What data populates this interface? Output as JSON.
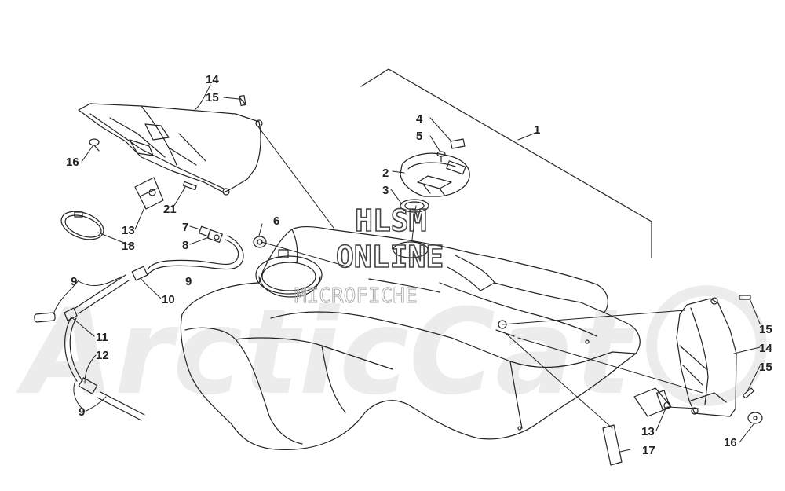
{
  "diagram": {
    "callouts": [
      {
        "id": "c1",
        "text": "1"
      },
      {
        "id": "c2",
        "text": "2"
      },
      {
        "id": "c3",
        "text": "3"
      },
      {
        "id": "c4",
        "text": "4"
      },
      {
        "id": "c5",
        "text": "5"
      },
      {
        "id": "c6",
        "text": "6"
      },
      {
        "id": "c7",
        "text": "7"
      },
      {
        "id": "c8",
        "text": "8"
      },
      {
        "id": "c9a",
        "text": "9"
      },
      {
        "id": "c9b",
        "text": "9"
      },
      {
        "id": "c9c",
        "text": "9"
      },
      {
        "id": "c10",
        "text": "10"
      },
      {
        "id": "c11",
        "text": "11"
      },
      {
        "id": "c12",
        "text": "12"
      },
      {
        "id": "c13a",
        "text": "13"
      },
      {
        "id": "c13b",
        "text": "13"
      },
      {
        "id": "c14a",
        "text": "14"
      },
      {
        "id": "c14b",
        "text": "14"
      },
      {
        "id": "c15a",
        "text": "15"
      },
      {
        "id": "c15b",
        "text": "15"
      },
      {
        "id": "c15c",
        "text": "15"
      },
      {
        "id": "c16a",
        "text": "16"
      },
      {
        "id": "c16b",
        "text": "16"
      },
      {
        "id": "c17",
        "text": "17"
      },
      {
        "id": "c18",
        "text": "18"
      },
      {
        "id": "c21",
        "text": "21"
      }
    ]
  },
  "watermark": {
    "line1": "HLSM",
    "line2": "ONLINE",
    "line3": "MICROFICHE",
    "background_logo": "ArcticCat"
  },
  "colors": {
    "line": "#222222",
    "watermark_light": "#ececec"
  }
}
